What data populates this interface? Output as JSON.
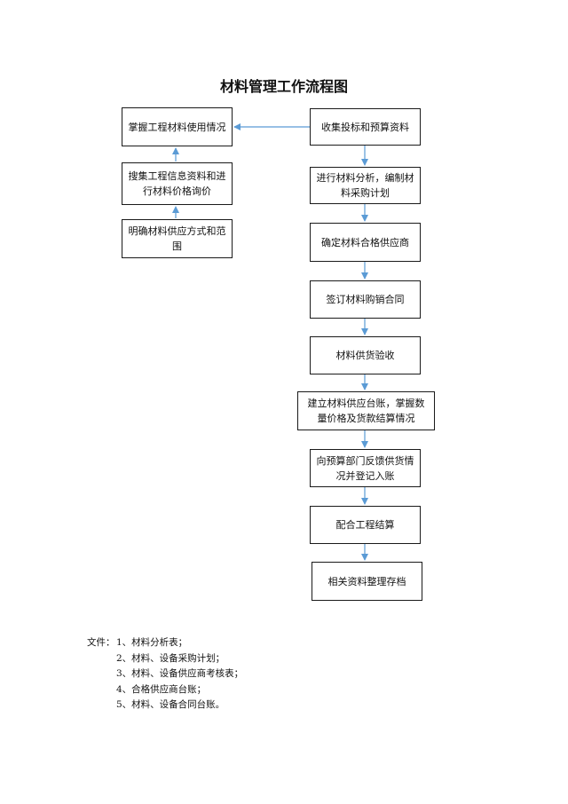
{
  "title": "材料管理工作流程图",
  "left_boxes": [
    "掌握工程材料使用情况",
    "搜集工程信息资料和进行材料价格询价",
    "明确材料供应方式和范围"
  ],
  "right_boxes": [
    "收集投标和预算资料",
    "进行材料分析，编制材料采购计划",
    "确定材料合格供应商",
    "签订材料购销合同",
    "材料供货验收",
    "建立材料供应台账，掌握数量价格及货款结算情况",
    "向预算部门反馈供货情况并登记入账",
    "配合工程结算",
    "相关资料整理存档"
  ],
  "files": {
    "label": "文件：",
    "items": [
      "1、材料分析表；",
      "2、材料、设备采购计划；",
      "3、材料、设备供应商考核表；",
      "4、合格供应商台账；",
      "5、材料、设备合同台账。"
    ]
  },
  "colors": {
    "arrow": "#5b9bd5",
    "border": "#1a1a1a"
  }
}
